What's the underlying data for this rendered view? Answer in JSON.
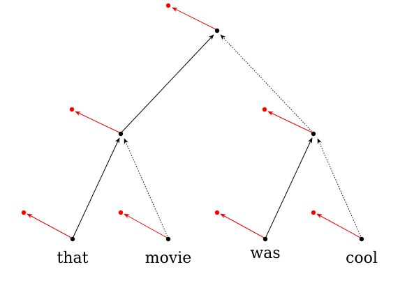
{
  "colors": {
    "node": "#000000",
    "edge": "#000000",
    "output": "#ff0000"
  },
  "words": [
    "that",
    "movie",
    "was",
    "cool"
  ]
}
